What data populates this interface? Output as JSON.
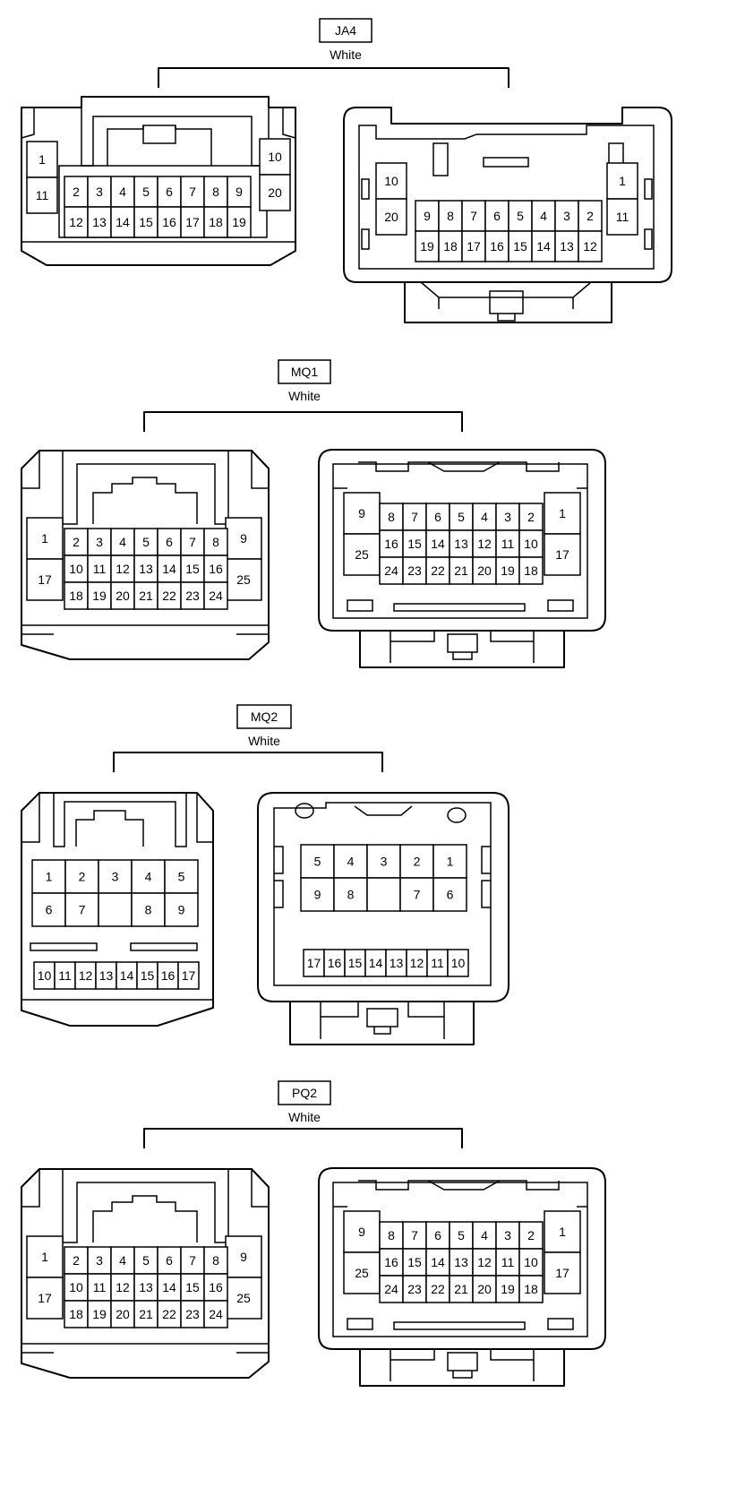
{
  "connectors": [
    {
      "code": "JA4",
      "color": "White",
      "female": {
        "left": [
          [
            "1"
          ],
          [
            "11"
          ]
        ],
        "right": [
          [
            "10"
          ],
          [
            "20"
          ]
        ],
        "rows": [
          [
            "2",
            "3",
            "4",
            "5",
            "6",
            "7",
            "8",
            "9"
          ],
          [
            "12",
            "13",
            "14",
            "15",
            "16",
            "17",
            "18",
            "19"
          ]
        ]
      },
      "male": {
        "left": [
          [
            "10"
          ],
          [
            "20"
          ]
        ],
        "right": [
          [
            "1"
          ],
          [
            "11"
          ]
        ],
        "rows": [
          [
            "9",
            "8",
            "7",
            "6",
            "5",
            "4",
            "3",
            "2"
          ],
          [
            "19",
            "18",
            "17",
            "16",
            "15",
            "14",
            "13",
            "12"
          ]
        ]
      }
    },
    {
      "code": "MQ1",
      "color": "White",
      "female": {
        "left": [
          [
            "1"
          ],
          [
            "17"
          ]
        ],
        "right": [
          [
            "9"
          ],
          [
            "25"
          ]
        ],
        "rows": [
          [
            "2",
            "3",
            "4",
            "5",
            "6",
            "7",
            "8"
          ],
          [
            "10",
            "11",
            "12",
            "13",
            "14",
            "15",
            "16"
          ],
          [
            "18",
            "19",
            "20",
            "21",
            "22",
            "23",
            "24"
          ]
        ]
      },
      "male": {
        "left": [
          [
            "9"
          ],
          [
            "25"
          ]
        ],
        "right": [
          [
            "1"
          ],
          [
            "17"
          ]
        ],
        "rows": [
          [
            "8",
            "7",
            "6",
            "5",
            "4",
            "3",
            "2"
          ],
          [
            "16",
            "15",
            "14",
            "13",
            "12",
            "11",
            "10"
          ],
          [
            "24",
            "23",
            "22",
            "21",
            "20",
            "19",
            "18"
          ]
        ]
      }
    },
    {
      "code": "MQ2",
      "color": "White",
      "female": {
        "top": [
          "1",
          "2",
          "3",
          "4",
          "5"
        ],
        "mid": [
          "6",
          "7",
          "",
          "8",
          "9"
        ],
        "bottom": [
          "10",
          "11",
          "12",
          "13",
          "14",
          "15",
          "16",
          "17"
        ]
      },
      "male": {
        "top": [
          "5",
          "4",
          "3",
          "2",
          "1"
        ],
        "mid": [
          "9",
          "8",
          "",
          "7",
          "6"
        ],
        "bottom": [
          "17",
          "16",
          "15",
          "14",
          "13",
          "12",
          "11",
          "10"
        ]
      }
    },
    {
      "code": "PQ2",
      "color": "White",
      "female": {
        "left": [
          [
            "1"
          ],
          [
            "17"
          ]
        ],
        "right": [
          [
            "9"
          ],
          [
            "25"
          ]
        ],
        "rows": [
          [
            "2",
            "3",
            "4",
            "5",
            "6",
            "7",
            "8"
          ],
          [
            "10",
            "11",
            "12",
            "13",
            "14",
            "15",
            "16"
          ],
          [
            "18",
            "19",
            "20",
            "21",
            "22",
            "23",
            "24"
          ]
        ]
      },
      "male": {
        "left": [
          [
            "9"
          ],
          [
            "25"
          ]
        ],
        "right": [
          [
            "1"
          ],
          [
            "17"
          ]
        ],
        "rows": [
          [
            "8",
            "7",
            "6",
            "5",
            "4",
            "3",
            "2"
          ],
          [
            "16",
            "15",
            "14",
            "13",
            "12",
            "11",
            "10"
          ],
          [
            "24",
            "23",
            "22",
            "21",
            "20",
            "19",
            "18"
          ]
        ]
      }
    }
  ]
}
